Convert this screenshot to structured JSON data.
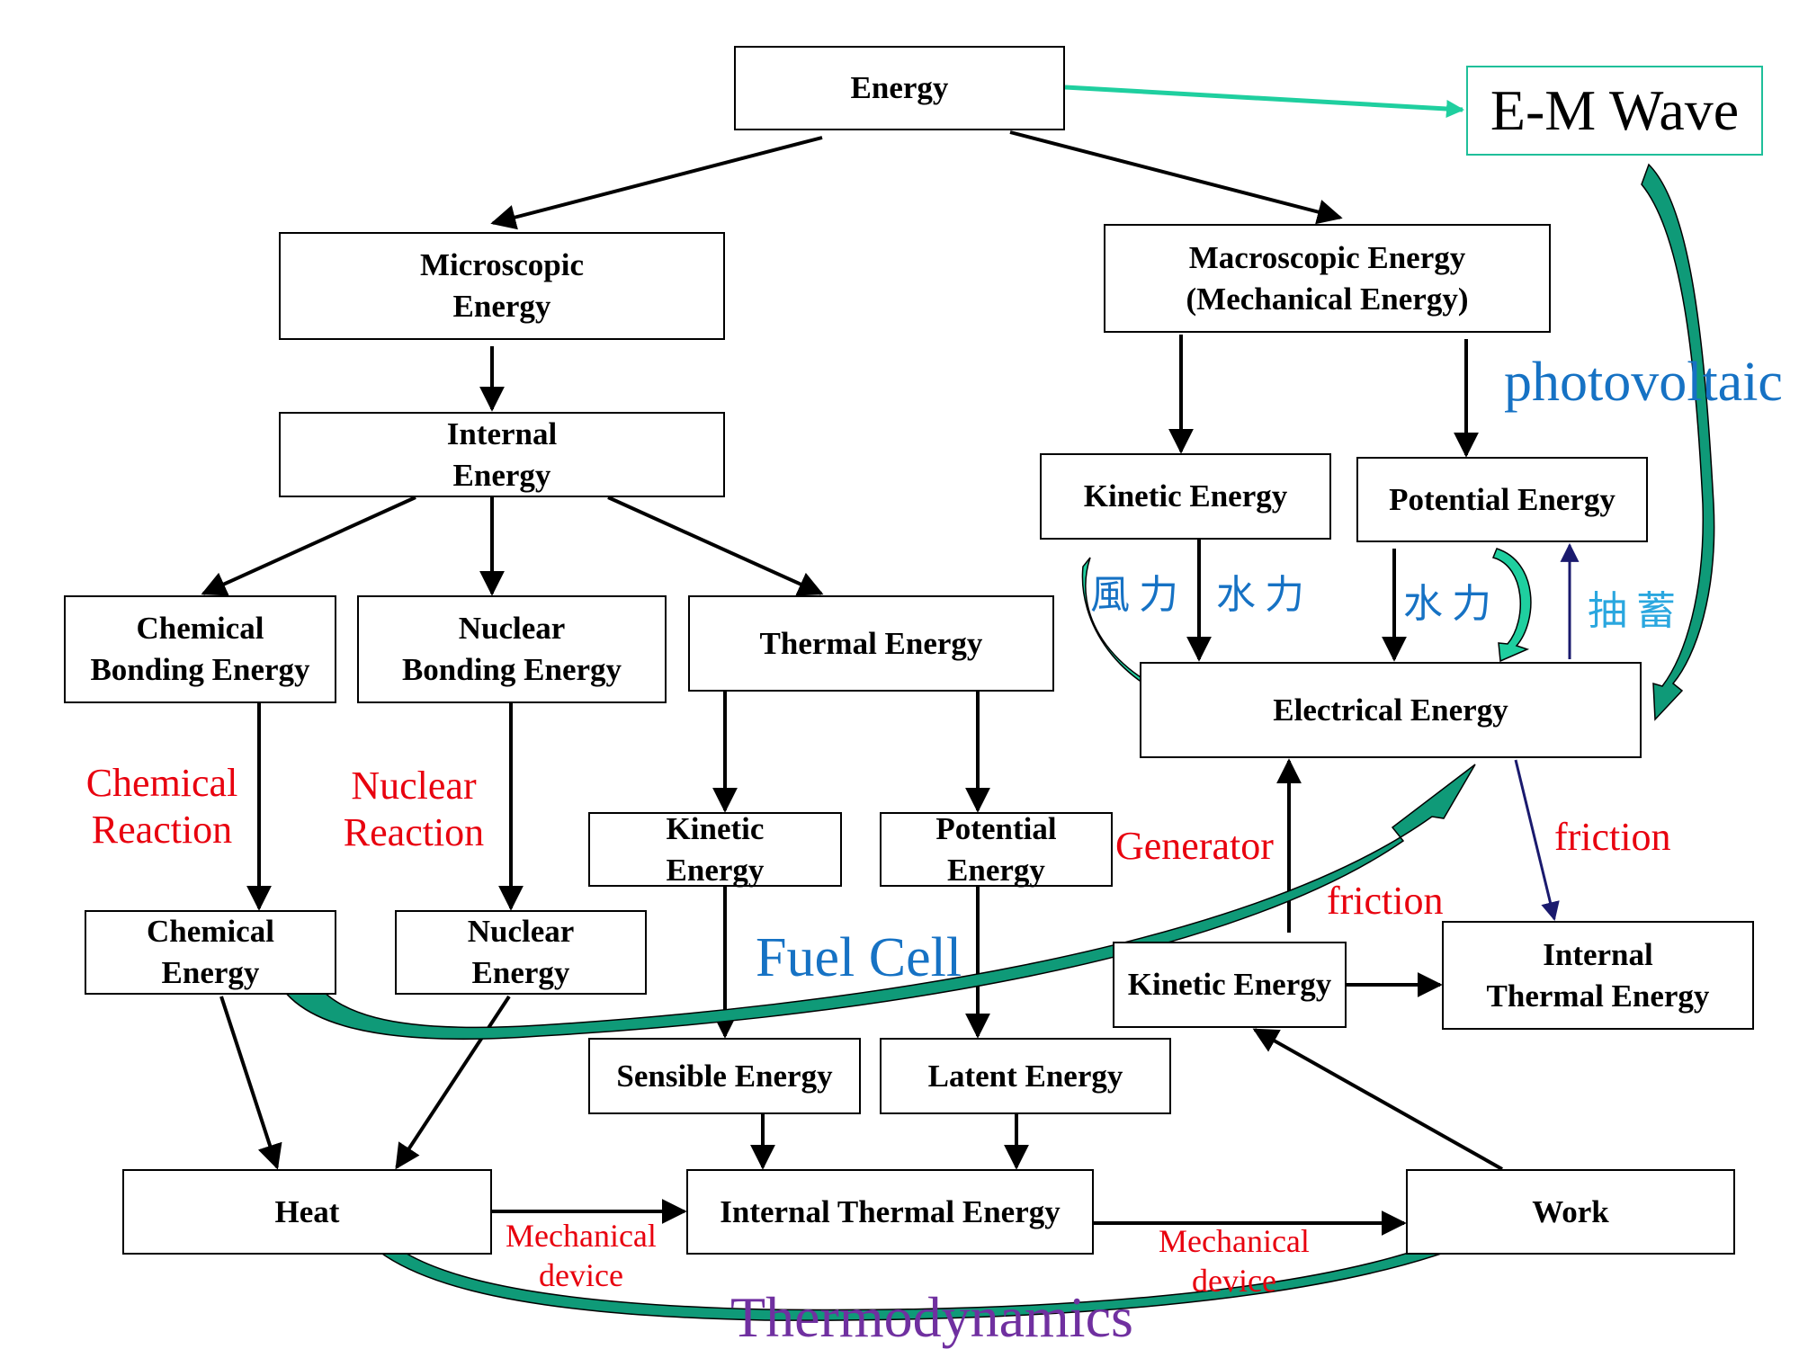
{
  "nodes": {
    "energy": "Energy",
    "em_wave": "E-M Wave",
    "microscopic": "Microscopic\nEnergy",
    "macroscopic": "Macroscopic Energy\n(Mechanical Energy)",
    "internal_energy": "Internal\nEnergy",
    "kinetic_macro": "Kinetic Energy",
    "potential_macro": "Potential Energy",
    "chemical_bonding": "Chemical\nBonding Energy",
    "nuclear_bonding": "Nuclear\nBonding Energy",
    "thermal": "Thermal Energy",
    "electrical": "Electrical Energy",
    "kinetic_thermal": "Kinetic\nEnergy",
    "potential_thermal": "Potential\nEnergy",
    "chemical_energy": "Chemical\nEnergy",
    "nuclear_energy": "Nuclear\nEnergy",
    "kinetic_bottom": "Kinetic Energy",
    "internal_thermal_right": "Internal\nThermal Energy",
    "sensible": "Sensible Energy",
    "latent": "Latent Energy",
    "heat": "Heat",
    "internal_thermal_bottom": "Internal Thermal Energy",
    "work": "Work"
  },
  "labels": {
    "photovoltaic": "photovoltaic",
    "chemical_reaction": "Chemical\nReaction",
    "nuclear_reaction": "Nuclear\nReaction",
    "wind_power": "風力",
    "hydro_power_1": "水力",
    "hydro_power_2": "水力",
    "pumped_storage": "抽蓄",
    "generator": "Generator",
    "friction_1": "friction",
    "friction_2": "friction",
    "fuel_cell": "Fuel Cell",
    "mechanical_device_1": "Mechanical\ndevice",
    "mechanical_device_2": "Mechanical\ndevice",
    "thermodynamics": "Thermodynamics"
  },
  "colors": {
    "line": "#000000",
    "teal_arrow": "#1fcf9f",
    "teal_dark": "#0f9a78",
    "navy_arrow": "#1a1a6e",
    "em_border": "#1fbf9a",
    "red_label": "#e8000e",
    "blue_label": "#1672c4",
    "purple_label": "#7030a0"
  }
}
